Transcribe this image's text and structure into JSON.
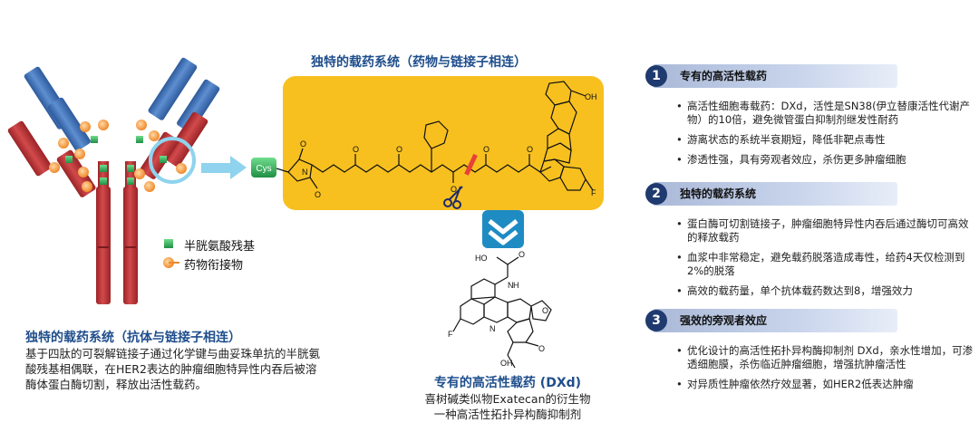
{
  "top_title": "独特的载药系统（药物与链接子相连）",
  "cys_label": "Cys",
  "legend": {
    "cysteine": "半胱氨酸残基",
    "payload": "药物衔接物"
  },
  "left_block": {
    "title": "独特的载药系统（抗体与链接子相连）",
    "lines": [
      "基于四肽的可裂解链接子通过化学键与曲妥珠单抗的半胱氨",
      "酸残基相偶联，在HER2表达的肿瘤细胞特异性内吞后被溶",
      "酶体蛋白酶切割，释放出活性载药。"
    ]
  },
  "payload_block": {
    "title": "专有的高活性载药 (DXd)",
    "lines": [
      "喜树碱类似物Exatecan的衍生物",
      "一种高活性拓扑异构酶抑制剂"
    ]
  },
  "chem_labels": {
    "o": "O",
    "oh": "OH",
    "f": "F",
    "n": "N",
    "h": "H",
    "ho": "HO"
  },
  "sections": [
    {
      "num": "1",
      "title": "专有的高活性载药",
      "bullets": [
        "高活性细胞毒载药：DXd，活性是SN38(伊立替康活性代谢产物）的10倍，避免微管蛋白抑制剂继发性耐药",
        "游离状态的系统半衰期短，降低非靶点毒性",
        "渗透性强，具有旁观者效应，杀伤更多肿瘤细胞"
      ]
    },
    {
      "num": "2",
      "title": "独特的载药系统",
      "bullets": [
        "蛋白酶可切割链接子，肿瘤细胞特异性内吞后通过酶切可高效的释放载药",
        "血浆中非常稳定，避免载药脱落造成毒性，给药4天仅检测到2%的脱落",
        "高效的载药量，单个抗体载药数达到8，增强效力"
      ]
    },
    {
      "num": "3",
      "title": "强效的旁观者效应",
      "bullets": [
        "优化设计的高活性拓扑异构酶抑制剂 DXd，亲水性增加，可渗透细胞膜，杀伤临近肿瘤细胞，增强抗肿瘤活性",
        "对异质性肿瘤依然疗效显著，如HER2低表达肿瘤"
      ]
    }
  ],
  "colors": {
    "heavy_chain": "#c0393b",
    "light_chain": "#3f6fb5",
    "payload_dot": "#f5a04a",
    "cys_green": "#2fae5a",
    "linker_panel": "#f7c01f",
    "arrow": "#8fd3ee",
    "badge": "#1f3a6e",
    "heading_blue": "#1f4e8c"
  }
}
